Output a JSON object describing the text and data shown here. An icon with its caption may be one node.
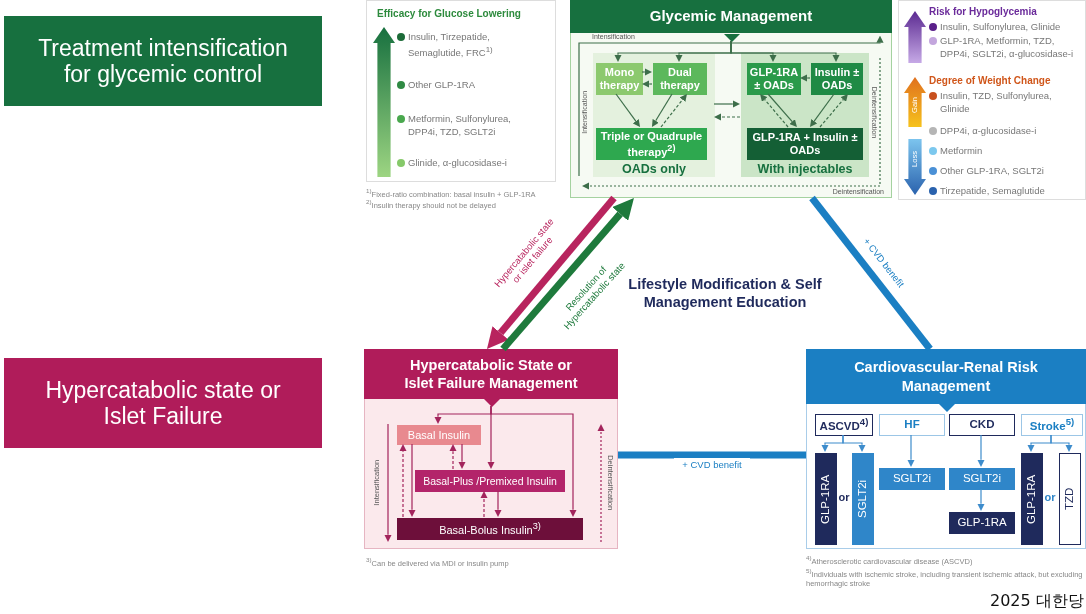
{
  "diagram": {
    "nodes": [
      {
        "text": [
          "Treatment intensification for glycemic control"
        ]
      },
      {
        "text": [
          "Efficacy for Glucose Lowering",
          "Insulin, Tirzepatide, Semaglutide, FRC$^{1)}$",
          "Other GLP-1RA",
          "Metformin, Sulfonylurea, DPP4i, TZD, SGLT2i",
          "Glinide, α-glucosidase-i"
        ]
      },
      {
        "text": [
          "Glycemic Management"
        ]
      },
      {
        "text": [
          "OADs only"
        ],
        "in": 2
      },
      {
        "text": [
          "Mono therapy"
        ],
        "in": 3
      },
      {
        "text": [
          "Dual therapy"
        ],
        "in": 3
      },
      {
        "text": [
          "Triple or Quadruple therapy$^{2)}$"
        ],
        "in": 3
      },
      {
        "text": [
          "With injectables"
        ],
        "in": 2
      },
      {
        "text": [
          "GLP-1RA ± OADs"
        ],
        "in": 7
      },
      {
        "text": [
          "Insulin ± OADs"
        ],
        "in": 7
      },
      {
        "text": [
          "GLP-1RA + Insulin ± OADs"
        ],
        "in": 7
      },
      {
        "text": [
          "Risk for Hypoglycemia",
          "Insulin, Sulfonylurea, Glinide",
          "GLP-1RA, Metformin, TZD, DPP4i, SGLT2i, α-glucosidase-i",
          "Degree of Weight Change",
          "Gain",
          "Insulin, TZD, Sulfonylurea, Glinide",
          "DPP4i, α-glucosidase-i",
          "Loss",
          "Metformin",
          "Other GLP-1RA, SGLT2i",
          "Tirzepatide, Semaglutide"
        ]
      },
      {
        "text": [
          "Hypercatabolic state or Islet Failure"
        ]
      },
      {
        "text": [
          "Hypercatabolic State or Islet Failure Management"
        ]
      },
      {
        "text": [
          "Basal Insulin"
        ],
        "in": 13
      },
      {
        "text": [
          "Basal-Plus /Premixed Insulin"
        ],
        "in": 13
      },
      {
        "text": [
          "Basal-Bolus Insulin$^{3)}$"
        ],
        "in": 13
      },
      {
        "text": [
          "Cardiovascular-Renal Risk Management"
        ]
      },
      {
        "text": [
          "ASCVD$^{4)}$"
        ],
        "in": 17
      },
      {
        "text": [
          "HF"
        ],
        "in": 17
      },
      {
        "text": [
          "CKD"
        ],
        "in": 17
      },
      {
        "text": [
          "Stroke$^{5)}$"
        ],
        "in": 17
      },
      {
        "text": [
          "GLP-1RA"
        ],
        "in": 17
      },
      {
        "text": [
          "SGLT2i"
        ],
        "in": 17
      },
      {
        "text": [
          "SGLT2i"
        ],
        "in": 17
      },
      {
        "text": [
          "SGLT2i"
        ],
        "in": 17
      },
      {
        "text": [
          "GLP-1RA"
        ],
        "in": 17
      },
      {
        "text": [
          "GLP-1RA"
        ],
        "in": 17
      },
      {
        "text": [
          "TZD"
        ],
        "in": 17
      },
      {
        "text": [],
        "shape": "triangle",
        "in": 2
      },
      {
        "text": [],
        "shape": "triangle",
        "in": 13
      }
    ],
    "edges": [
      {
        "from": 2,
        "to": 13,
        "arrow": "to",
        "label": "Hypercatabolic state or islet failure",
        "style": "thick",
        "color": "#b8245e"
      },
      {
        "from": 13,
        "to": 2,
        "arrow": "to",
        "label": "Resolution of Hypercatabolic state",
        "style": "thick",
        "color": "#1e7a3c"
      },
      {
        "from": 2,
        "to": 17,
        "arrow": "none",
        "label": "+ CVD benefit",
        "style": "thick",
        "color": "#1b7fc3"
      },
      {
        "from": 13,
        "to": 17,
        "arrow": "none",
        "label": "+ CVD benefit",
        "style": "thick",
        "color": "#1b7fc3"
      },
      {
        "from": 29,
        "to": 4,
        "arrow": "to"
      },
      {
        "from": 29,
        "to": 5,
        "arrow": "to"
      },
      {
        "from": 29,
        "to": 8,
        "arrow": "to"
      },
      {
        "from": 29,
        "to": 9,
        "arrow": "to"
      },
      {
        "from": 4,
        "to": 5,
        "arrow": "to"
      },
      {
        "from": 5,
        "to": 4,
        "arrow": "to",
        "style": "dashed"
      },
      {
        "from": 4,
        "to": 6,
        "arrow": "to"
      },
      {
        "from": 5,
        "to": 6,
        "arrow": "to"
      },
      {
        "from": 6,
        "to": 5,
        "arrow": "to",
        "style": "dashed"
      },
      {
        "from": 3,
        "to": 7,
        "arrow": "to"
      },
      {
        "from": 7,
        "to": 3,
        "arrow": "to",
        "style": "dashed"
      },
      {
        "from": 9,
        "to": 8,
        "arrow": "to",
        "style": "dashed"
      },
      {
        "from": 8,
        "to": 10,
        "arrow": "to"
      },
      {
        "from": 10,
        "to": 8,
        "arrow": "to",
        "style": "dashed"
      },
      {
        "from": 9,
        "to": 10,
        "arrow": "to"
      },
      {
        "from": 10,
        "to": 9,
        "arrow": "to",
        "style": "dashed"
      },
      {
        "from": 30,
        "to": 14,
        "arrow": "to",
        "color": "#a3245c"
      },
      {
        "from": 30,
        "to": 15,
        "arrow": "to",
        "color": "#a3245c"
      },
      {
        "from": 30,
        "to": 16,
        "arrow": "to",
        "color": "#a3245c"
      },
      {
        "from": 14,
        "to": 15,
        "arrow": "to",
        "color": "#a3245c"
      },
      {
        "from": 15,
        "to": 14,
        "arrow": "to",
        "style": "dashed",
        "color": "#a3245c"
      },
      {
        "from": 14,
        "to": 16,
        "arrow": "to",
        "color": "#a3245c"
      },
      {
        "from": 16,
        "to": 14,
        "arrow": "to",
        "style": "dashed",
        "color": "#a3245c"
      },
      {
        "from": 15,
        "to": 16,
        "arrow": "to",
        "color": "#a3245c"
      },
      {
        "from": 16,
        "to": 15,
        "arrow": "to",
        "style": "dashed",
        "color": "#a3245c"
      },
      {
        "from": 18,
        "to": 22,
        "arrow": "to",
        "color": "#3d8ccc"
      },
      {
        "from": 18,
        "to": 23,
        "arrow": "to",
        "color": "#3d8ccc"
      },
      {
        "from": 19,
        "to": 24,
        "arrow": "to",
        "color": "#3d8ccc"
      },
      {
        "from": 20,
        "to": 25,
        "arrow": "to",
        "color": "#3d8ccc"
      },
      {
        "from": 25,
        "to": 26,
        "arrow": "to",
        "color": "#3d8ccc"
      },
      {
        "from": 21,
        "to": 27,
        "arrow": "to",
        "color": "#3d8ccc"
      },
      {
        "from": 21,
        "to": 28,
        "arrow": "to",
        "color": "#3d8ccc"
      }
    ],
    "labels": [
      "$^{1)}$Fixed-ratio combination: basal insulin + GLP-1RA",
      "$^{2)}$Insulin therapy should not be delayed",
      "Intensification",
      "Intensification",
      "Deintensification",
      "Deintensification",
      "Lifestyle Modification & Self Management Education",
      "Intensification",
      "Deintensification",
      "or",
      "or",
      "$^{3)}$Can be delivered via MDI or insulin pump",
      "$^{4)}$Atherosclerotic cardiovascular disease (ASCVD)",
      "$^{5)}$Individuals with ischemic stroke, including transient ischemic attack, but excluding hemorrhagic stroke",
      "2025 대한당"
    ]
  }
}
